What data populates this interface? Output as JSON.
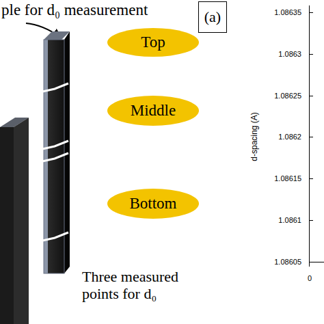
{
  "diagram": {
    "nodes": [
      {
        "text": [
          "(a)"
        ]
      },
      {
        "text": [
          "Top"
        ]
      },
      {
        "text": [
          "Middle"
        ]
      },
      {
        "text": [
          "Bottom"
        ]
      }
    ],
    "labels": [
      "ple for d₀ measurement",
      "Three measured points for d₀",
      "d-spacing (A)",
      "1.08635",
      "1.0863",
      "1.08625",
      "1.0862",
      "1.08615",
      "1.0861",
      "1.08605",
      "0"
    ]
  }
}
